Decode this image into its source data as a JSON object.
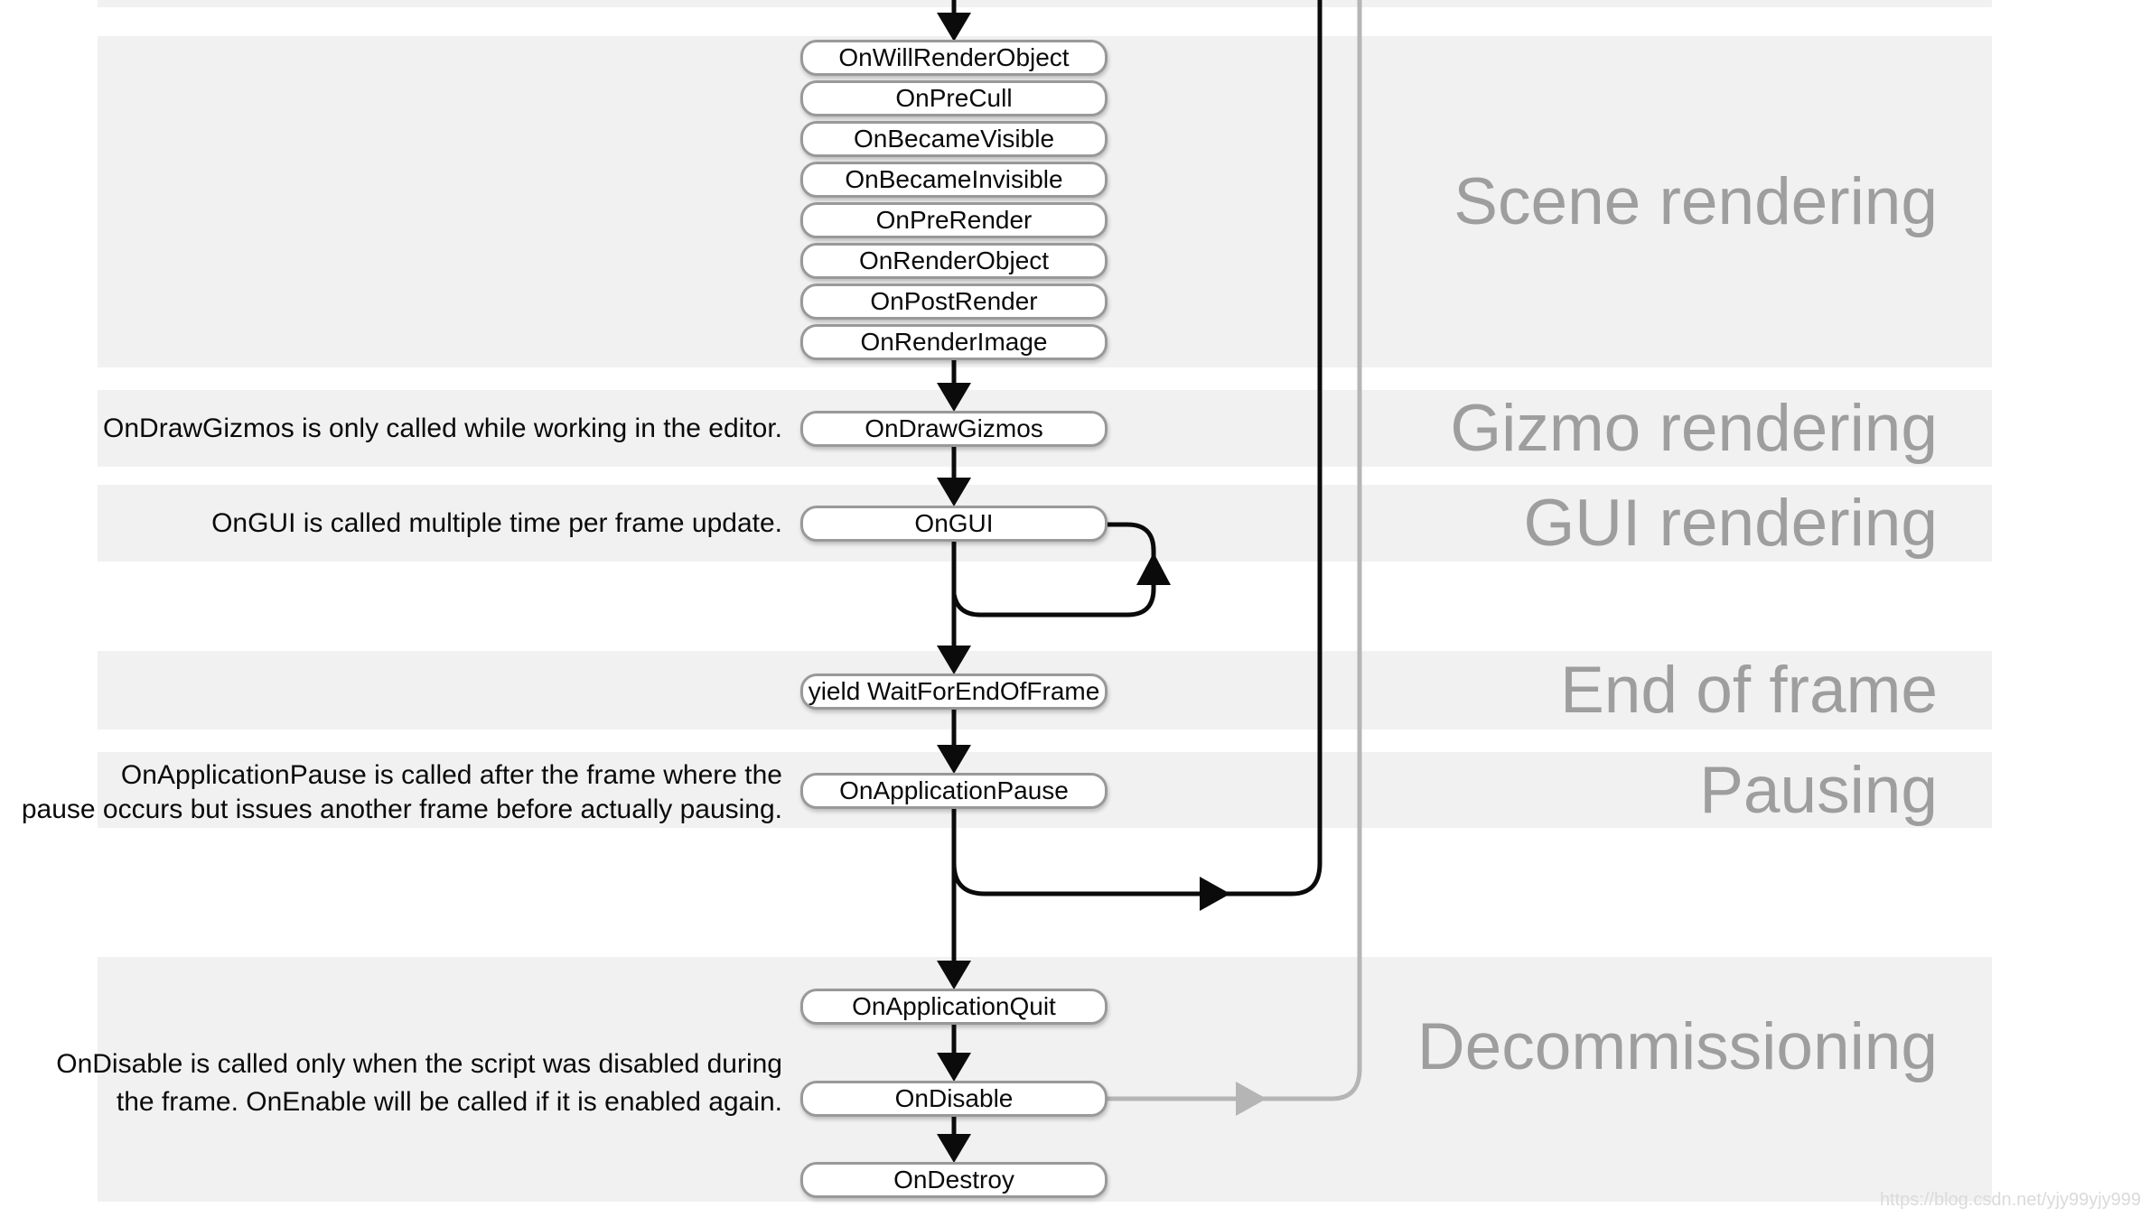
{
  "sections": [
    {
      "label": "Scene rendering",
      "boxes": [
        "OnWillRenderObject",
        "OnPreCull",
        "OnBecameVisible",
        "OnBecameInvisible",
        "OnPreRender",
        "OnRenderObject",
        "OnPostRender",
        "OnRenderImage"
      ]
    },
    {
      "label": "Gizmo rendering",
      "boxes": [
        "OnDrawGizmos"
      ],
      "annotation": "OnDrawGizmos is only called while working in the editor."
    },
    {
      "label": "GUI rendering",
      "boxes": [
        "OnGUI"
      ],
      "annotation": "OnGUI is called multiple time per frame update."
    },
    {
      "label": "End of frame",
      "boxes": [
        "yield WaitForEndOfFrame"
      ]
    },
    {
      "label": "Pausing",
      "boxes": [
        "OnApplicationPause"
      ],
      "annotation_lines": [
        "OnApplicationPause is called after the frame where the",
        "pause occurs but issues another frame before actually pausing."
      ]
    },
    {
      "label": "Decommissioning",
      "boxes": [
        "OnApplicationQuit",
        "OnDisable",
        "OnDestroy"
      ],
      "annotation_lines": [
        "OnDisable is called only when the script was disabled during",
        "the frame. OnEnable will be called if it is enabled again."
      ]
    }
  ],
  "watermark": "https://blog.csdn.net/yjy99yjy999",
  "colors": {
    "band": "#f1f1f1",
    "flow_line": "#0b0b0b",
    "gray_line": "#b5b5b5",
    "box_border": "#999999",
    "section_label": "#9e9e9e",
    "text": "#0a0a0a",
    "watermark": "#dadada"
  }
}
